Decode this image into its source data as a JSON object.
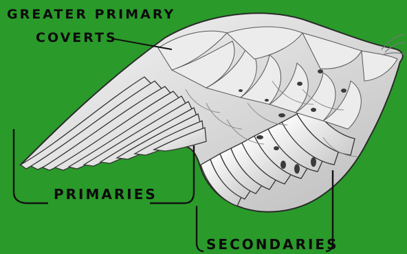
{
  "diagram": {
    "labels": {
      "coverts_line1": "GREATER PRIMARY",
      "coverts_line2": "COVERTS",
      "primaries": "PRIMARIES",
      "secondaries": "SECONDARIES"
    },
    "colors": {
      "background": "#2a9a2a",
      "feather_light": "#f1f1f1",
      "feather_shade": "#b9b9b9",
      "outline": "#1a1a1a",
      "spots": "#3b3b3b"
    }
  }
}
